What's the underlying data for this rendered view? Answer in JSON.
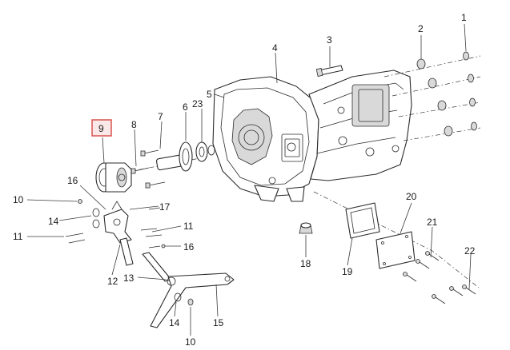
{
  "callouts": [
    {
      "id": "c1",
      "label": "1"
    },
    {
      "id": "c2",
      "label": "2"
    },
    {
      "id": "c3",
      "label": "3"
    },
    {
      "id": "c4",
      "label": "4"
    },
    {
      "id": "c5",
      "label": "5"
    },
    {
      "id": "c6",
      "label": "6"
    },
    {
      "id": "c7",
      "label": "7"
    },
    {
      "id": "c8",
      "label": "8"
    },
    {
      "id": "c9",
      "label": "9"
    },
    {
      "id": "c10a",
      "label": "10"
    },
    {
      "id": "c10b",
      "label": "10"
    },
    {
      "id": "c11a",
      "label": "11"
    },
    {
      "id": "c11b",
      "label": "11"
    },
    {
      "id": "c12",
      "label": "12"
    },
    {
      "id": "c13",
      "label": "13"
    },
    {
      "id": "c14a",
      "label": "14"
    },
    {
      "id": "c14b",
      "label": "14"
    },
    {
      "id": "c15",
      "label": "15"
    },
    {
      "id": "c16a",
      "label": "16"
    },
    {
      "id": "c16b",
      "label": "16"
    },
    {
      "id": "c17",
      "label": "17"
    },
    {
      "id": "c18",
      "label": "18"
    },
    {
      "id": "c19",
      "label": "19"
    },
    {
      "id": "c20",
      "label": "20"
    },
    {
      "id": "c21",
      "label": "21"
    },
    {
      "id": "c22",
      "label": "22"
    },
    {
      "id": "c23",
      "label": "23"
    }
  ],
  "highlight": {
    "callout": "9",
    "color": "#d9534f"
  }
}
